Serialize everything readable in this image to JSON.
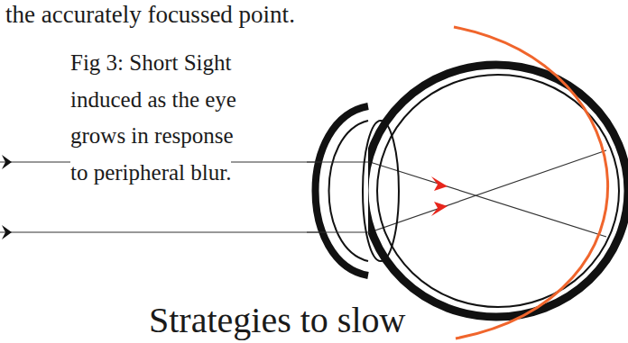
{
  "diagram": {
    "labels": [
      "the accurately focussed point.",
      "Fig 3: Short Sight induced as the eye grows in response to peripheral blur.",
      "Strategies to slow"
    ]
  }
}
